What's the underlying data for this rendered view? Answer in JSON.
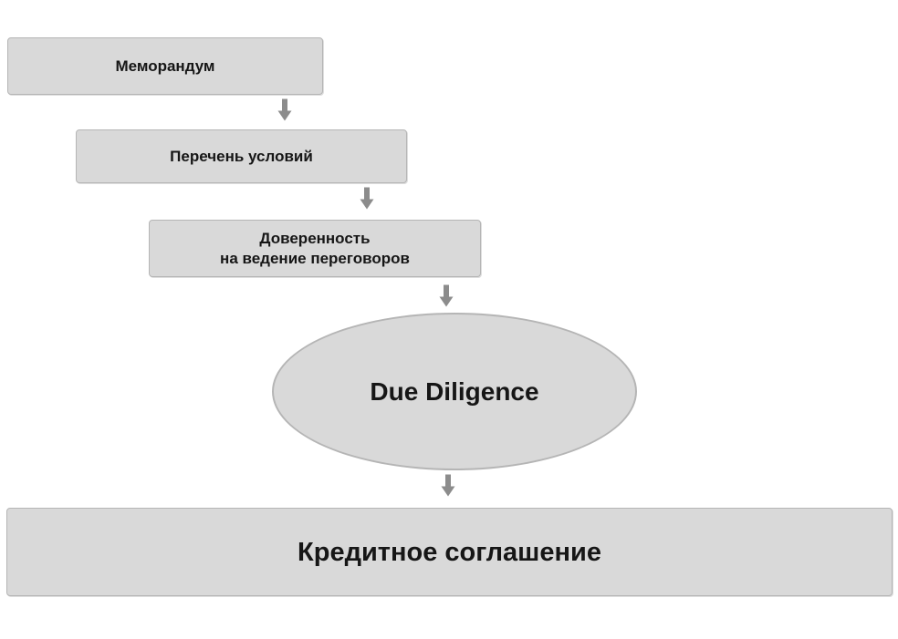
{
  "diagram": {
    "nodes": [
      {
        "id": "memorandum",
        "shape": "rect",
        "label": "Меморандум"
      },
      {
        "id": "term-sheet",
        "shape": "rect",
        "label": "Перечень условий"
      },
      {
        "id": "power-of-attorney",
        "shape": "rect",
        "label": "Доверенность\nна ведение переговоров"
      },
      {
        "id": "due-diligence",
        "shape": "ellipse",
        "label": "Due Diligence"
      },
      {
        "id": "credit-agreement",
        "shape": "rect",
        "label": "Кредитное соглашение"
      }
    ],
    "connectors": [
      {
        "icon": "down-arrow-icon",
        "from": "memorandum",
        "to": "term-sheet"
      },
      {
        "icon": "down-arrow-icon",
        "from": "term-sheet",
        "to": "power-of-attorney"
      },
      {
        "icon": "down-arrow-icon",
        "from": "power-of-attorney",
        "to": "due-diligence"
      },
      {
        "icon": "down-arrow-icon",
        "from": "due-diligence",
        "to": "credit-agreement"
      }
    ],
    "colors": {
      "background": "#ffffff",
      "node_fill": "#d9d9d9",
      "node_border": "#b5b5b5",
      "arrow": "#8c8c8c",
      "text": "#161616"
    }
  }
}
